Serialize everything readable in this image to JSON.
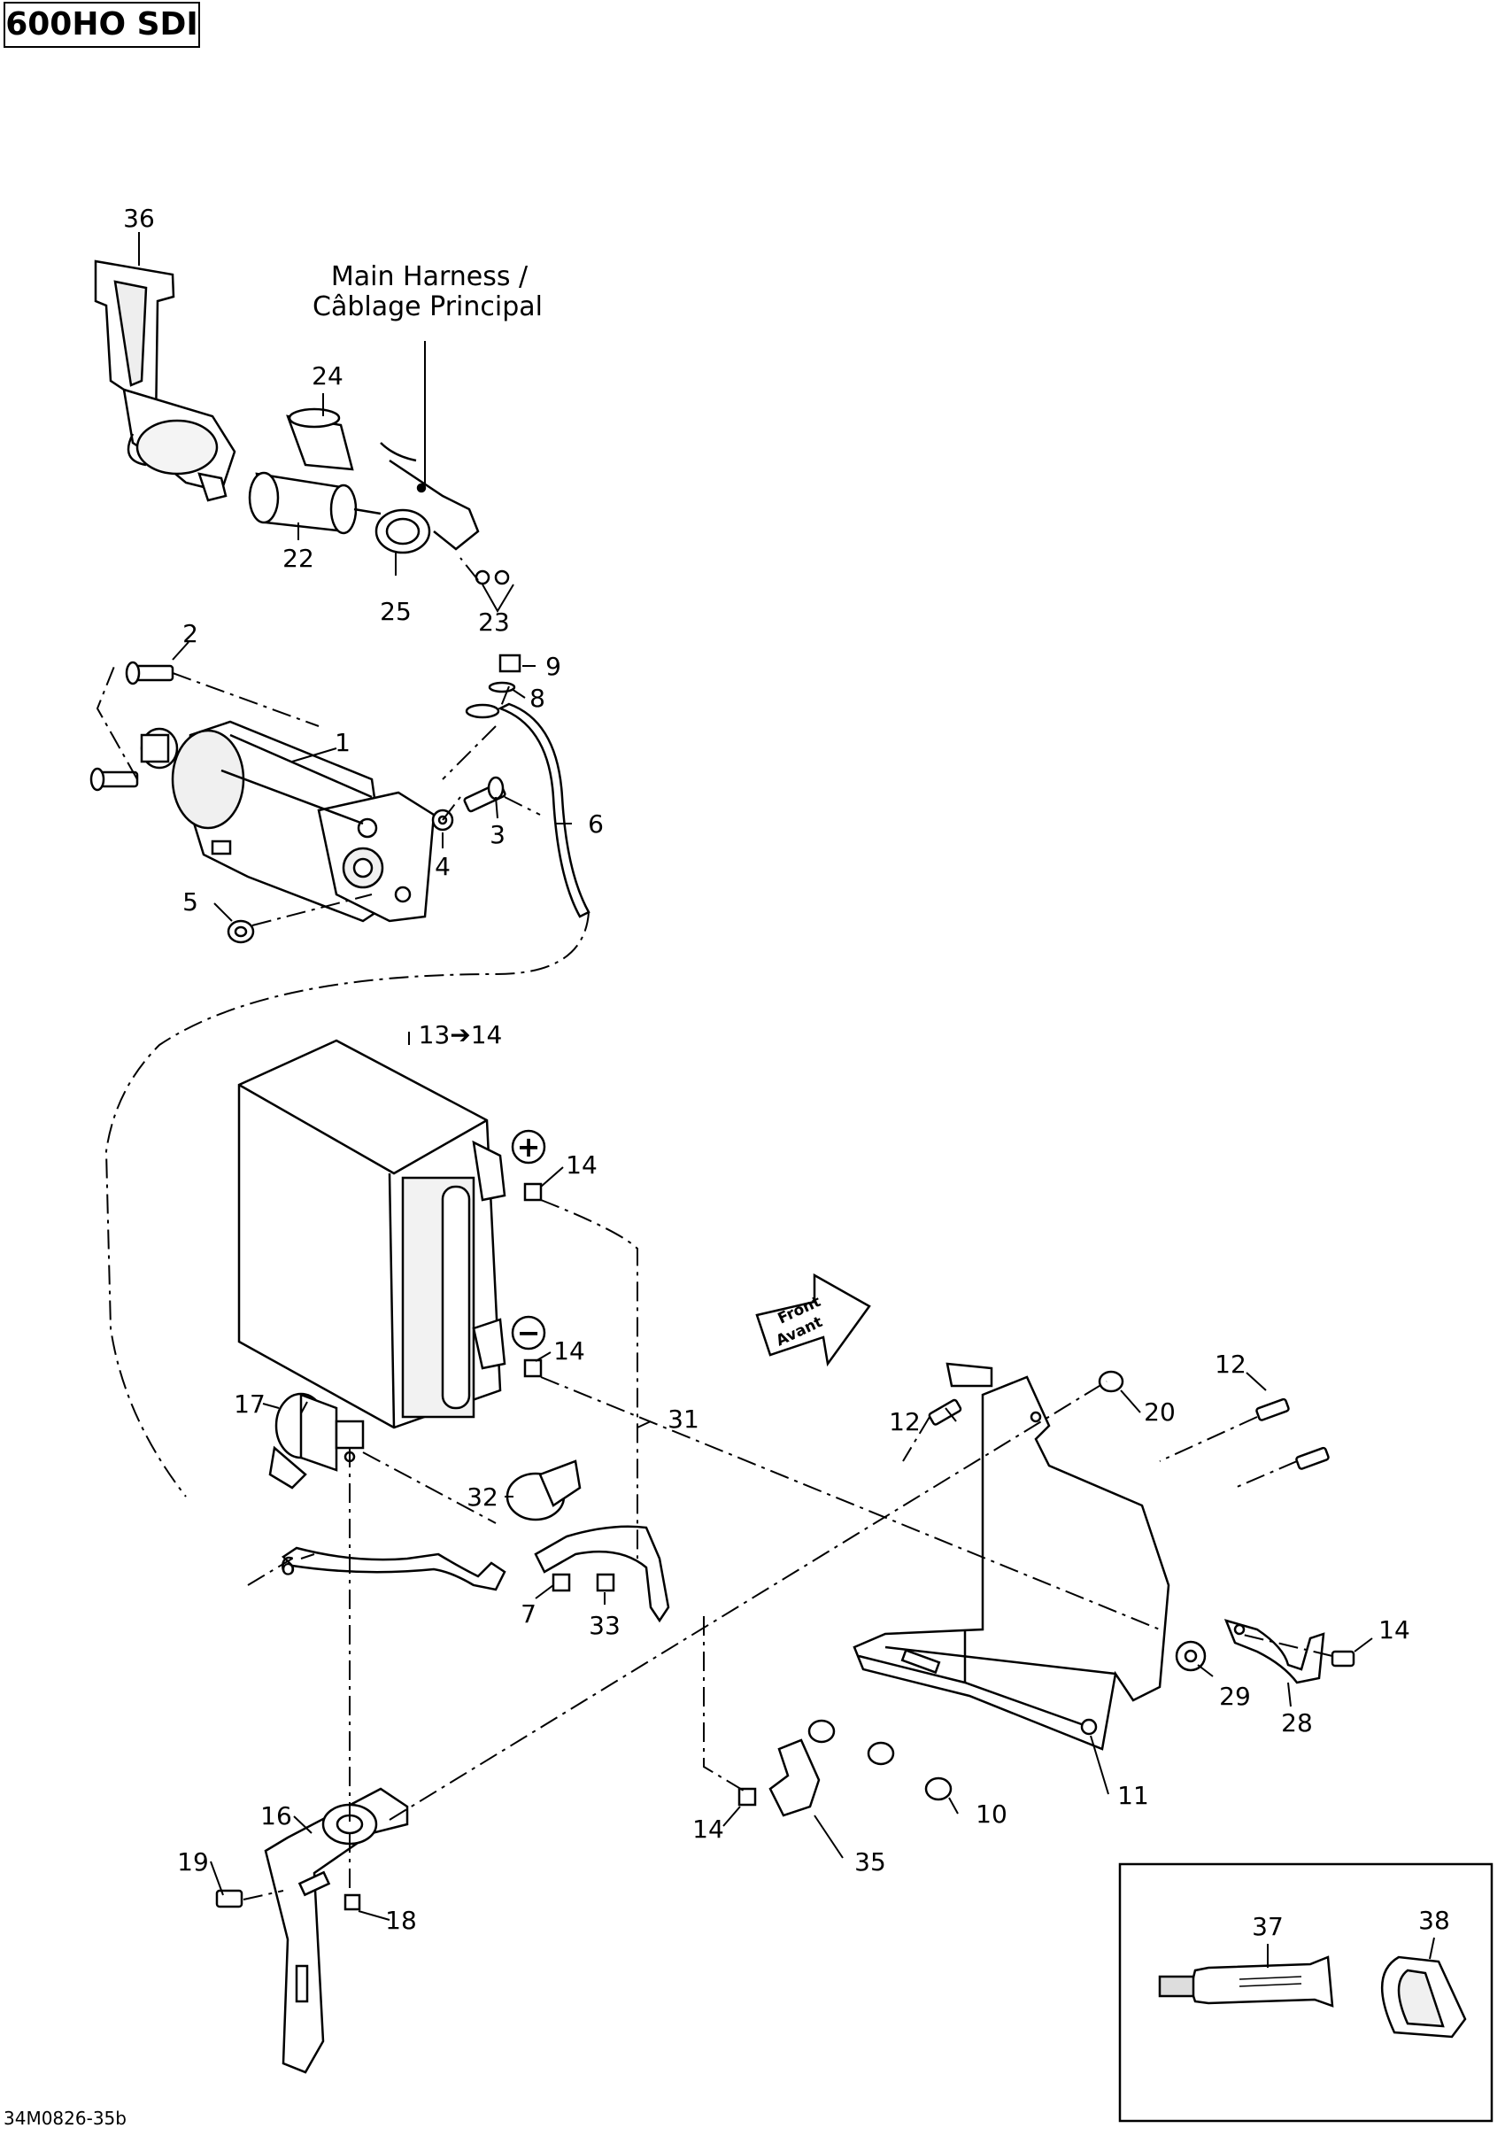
{
  "header": {
    "model": "600HO SDI"
  },
  "footer": {
    "doc_code": "34M0826-35b"
  },
  "annotations": {
    "main_harness_en": "Main Harness /",
    "main_harness_fr": "Câblage Principal",
    "front_en": "Front",
    "front_fr": "Avant",
    "plus": "+",
    "minus": "−"
  },
  "callouts": {
    "c1": "1",
    "c2": "2",
    "c3": "3",
    "c4": "4",
    "c5": "5",
    "c6a": "6",
    "c6b": "6",
    "c7": "7",
    "c8": "8",
    "c9": "9",
    "c10": "10",
    "c11": "11",
    "c12a": "12",
    "c12b": "12",
    "c13": "13➔14",
    "c14a": "14",
    "c14b": "14",
    "c14c": "14",
    "c14d": "14",
    "c16": "16",
    "c17": "17",
    "c18": "18",
    "c19": "19",
    "c20": "20",
    "c22": "22",
    "c23": "23",
    "c24": "24",
    "c25": "25",
    "c28": "28",
    "c29": "29",
    "c31": "31",
    "c32": "32",
    "c33": "33",
    "c35": "35",
    "c36": "36",
    "c37": "37",
    "c38": "38"
  }
}
